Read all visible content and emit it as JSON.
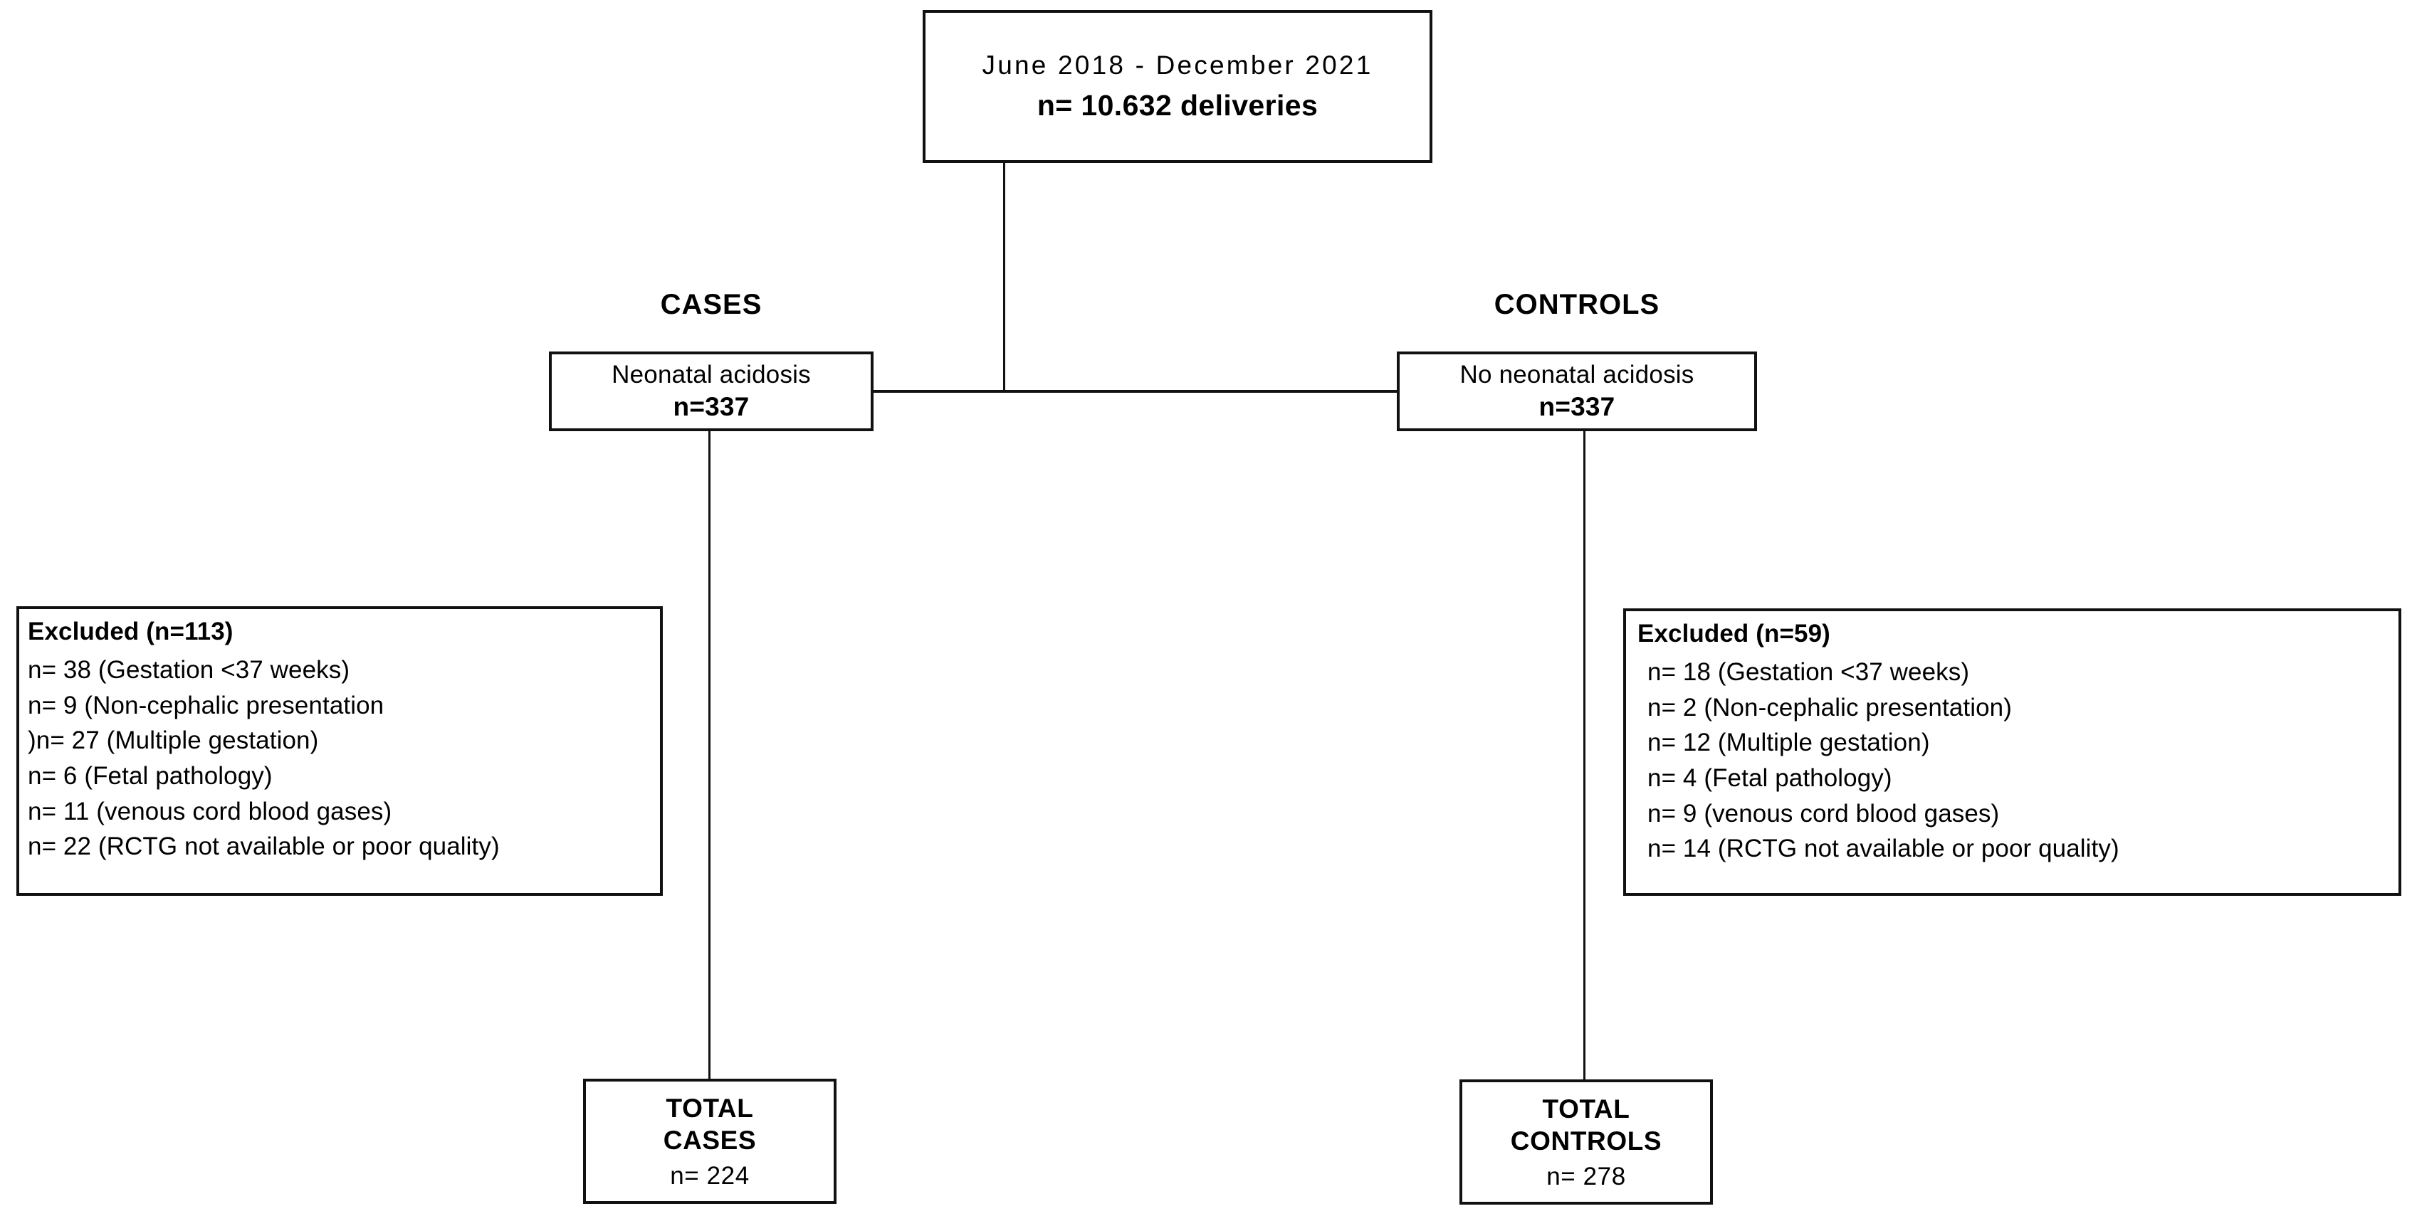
{
  "diagram": {
    "title": "Study flow diagram (cases and controls)",
    "line_color": "#111111",
    "background": "#ffffff",
    "text_color": "#000000"
  },
  "enrollment": {
    "period": "June 2018 - December 2021",
    "count": "n= 10.632 deliveries"
  },
  "arms": {
    "cases": {
      "label": "CASES",
      "node_title": "Neonatal acidosis",
      "node_count": "n=337",
      "excluded": {
        "title": "Excluded (n=113)",
        "items": [
          "n= 38 (Gestation <37 weeks)",
          "n= 9 (Non-cephalic presentation",
          ")n= 27 (Multiple gestation)",
          "n= 6 (Fetal pathology)",
          "n= 11 (venous cord blood gases)",
          "n= 22 (RCTG not available or poor quality)"
        ]
      },
      "total": {
        "title_line1": "TOTAL",
        "title_line2": "CASES",
        "count": "n= 224"
      }
    },
    "controls": {
      "label": "CONTROLS",
      "node_title": "No neonatal acidosis",
      "node_count": "n=337",
      "excluded": {
        "title": "Excluded (n=59)",
        "items": [
          "n= 18 (Gestation <37 weeks)",
          "n= 2 (Non-cephalic presentation)",
          "n= 12 (Multiple gestation)",
          "n= 4 (Fetal pathology)",
          "n= 9 (venous cord blood gases)",
          "n= 14 (RCTG not available or poor quality)"
        ]
      },
      "total": {
        "title_line1": "TOTAL",
        "title_line2": "CONTROLS",
        "count": "n= 278"
      }
    }
  }
}
